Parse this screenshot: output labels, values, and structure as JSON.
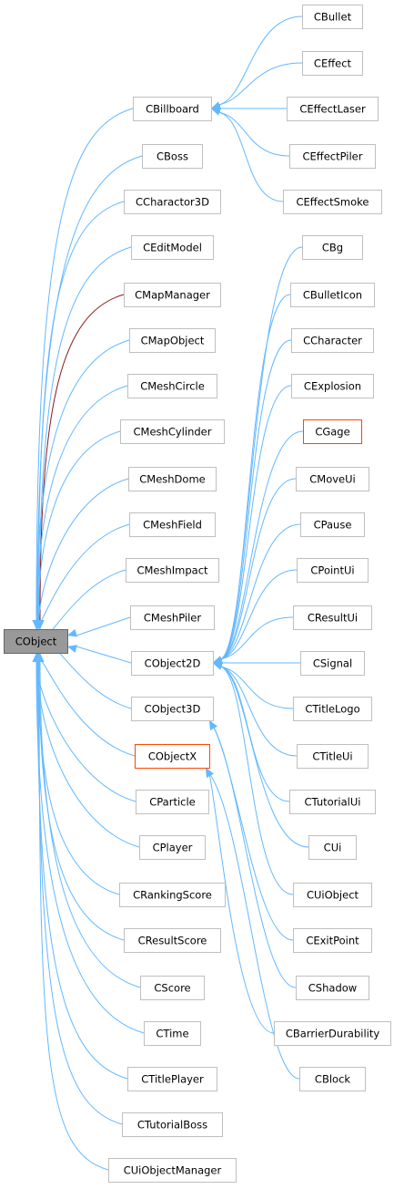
{
  "diagram": {
    "colors": {
      "edge": "#63b8ff",
      "edge_dark": "#8b1a1a",
      "highlight_border": "#ff4500",
      "root_fill": "#999999"
    },
    "nodes": {
      "cobject": "CObject",
      "cbillboard": "CBillboard",
      "cbullet": "CBullet",
      "ceffect": "CEffect",
      "ceffectlaser": "CEffectLaser",
      "ceffectpiler": "CEffectPiler",
      "ceffectsmoke": "CEffectSmoke",
      "cboss": "CBoss",
      "ccharactor3d": "CCharactor3D",
      "ceditmodel": "CEditModel",
      "cmapmanager": "CMapManager",
      "cmapobject": "CMapObject",
      "cmeshcircle": "CMeshCircle",
      "cmeshcylinder": "CMeshCylinder",
      "cmeshdome": "CMeshDome",
      "cmeshfield": "CMeshField",
      "cmeshimpact": "CMeshImpact",
      "cmeshpiler": "CMeshPiler",
      "cobject2d": "CObject2D",
      "cobject3d": "CObject3D",
      "cobjectx": "CObjectX",
      "cparticle": "CParticle",
      "cplayer": "CPlayer",
      "crankingscore": "CRankingScore",
      "cresultscore": "CResultScore",
      "cscore": "CScore",
      "ctime": "CTime",
      "ctitleplayer": "CTitlePlayer",
      "ctutorialboss": "CTutorialBoss",
      "cuiobjectmanager": "CUiObjectManager",
      "cbg": "CBg",
      "cbulleticon": "CBulletIcon",
      "ccharacter": "CCharacter",
      "cexplosion": "CExplosion",
      "cgage": "CGage",
      "cmoveui": "CMoveUi",
      "cpause": "CPause",
      "cpointui": "CPointUi",
      "cresultui": "CResultUi",
      "csignal": "CSignal",
      "ctitlelogo": "CTitleLogo",
      "ctitleui": "CTitleUi",
      "ctutorialui": "CTutorialUi",
      "cui": "CUi",
      "cuiobject": "CUiObject",
      "cexitpoint": "CExitPoint",
      "cshadow": "CShadow",
      "cbarrierdurability": "CBarrierDurability",
      "cblock": "CBlock"
    }
  }
}
